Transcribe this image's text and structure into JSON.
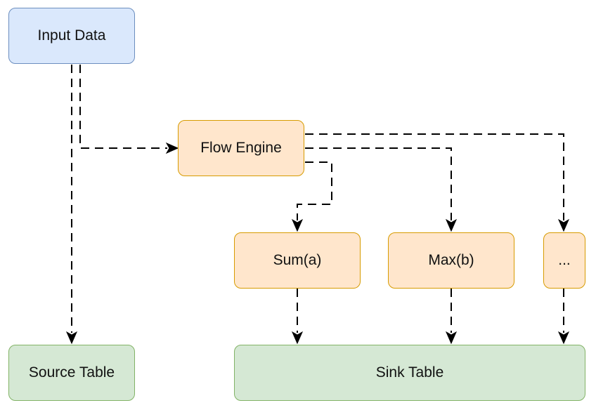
{
  "nodes": {
    "input_data": "Input Data",
    "flow_engine": "Flow Engine",
    "sum_a": "Sum(a)",
    "max_b": "Max(b)",
    "ellipsis": "...",
    "source_table": "Source Table",
    "sink_table": "Sink Table"
  },
  "colors": {
    "input_fill": "#dae8fc",
    "input_stroke": "#6c8ebf",
    "engine_fill": "#ffe6cc",
    "engine_stroke": "#d79b00",
    "table_fill": "#d5e8d4",
    "table_stroke": "#82b366",
    "edge": "#000000"
  },
  "edges": [
    {
      "from": "input_data",
      "to": "source_table",
      "style": "dashed"
    },
    {
      "from": "input_data",
      "to": "flow_engine",
      "style": "dashed"
    },
    {
      "from": "flow_engine",
      "to": "sum_a",
      "style": "dashed"
    },
    {
      "from": "flow_engine",
      "to": "max_b",
      "style": "dashed"
    },
    {
      "from": "flow_engine",
      "to": "ellipsis",
      "style": "dashed"
    },
    {
      "from": "sum_a",
      "to": "sink_table",
      "style": "dashed"
    },
    {
      "from": "max_b",
      "to": "sink_table",
      "style": "dashed"
    },
    {
      "from": "ellipsis",
      "to": "sink_table",
      "style": "dashed"
    }
  ]
}
